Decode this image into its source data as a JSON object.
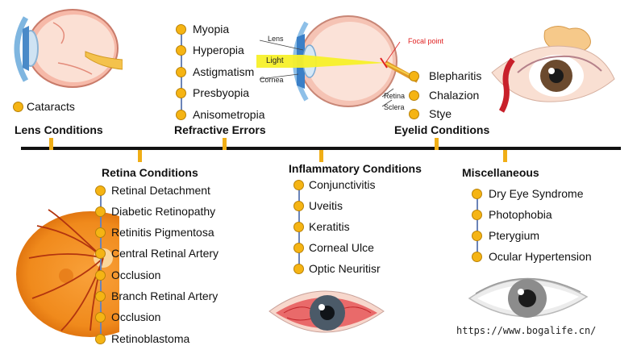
{
  "categories": {
    "lens": "Lens Conditions",
    "refractive": "Refractive Errors",
    "eyelid": "Eyelid Conditions",
    "retina": "Retina Conditions",
    "inflammatory": "Inflammatory Conditions",
    "misc": "Miscellaneous"
  },
  "lens_items": [
    "Cataracts"
  ],
  "refractive_items": [
    "Myopia",
    "Hyperopia",
    "Astigmatism",
    "Presbyopia",
    "Anisometropia"
  ],
  "eyelid_items": [
    "Blepharitis",
    "Chalazion",
    "Stye"
  ],
  "retina_items": [
    "Retinal Detachment",
    "Diabetic Retinopathy",
    "Retinitis Pigmentosa",
    "Central Retinal Artery",
    "Occlusion",
    "Branch Retinal Artery",
    "Occlusion",
    "Retinoblastoma"
  ],
  "inflammatory_items": [
    "Conjunctivitis",
    "Uveitis",
    "Keratitis",
    "Corneal Ulce",
    "Optic Neuritisr"
  ],
  "misc_items": [
    "Dry Eye Syndrome",
    "Photophobia",
    "Pterygium",
    "Ocular Hypertension"
  ],
  "diagram_labels": {
    "lens": "Lens",
    "light": "Light",
    "cornea": "Cornea",
    "focal_point": "Focal point",
    "retina": "Retina",
    "sclera": "Sclera"
  },
  "watermark": "https://www.bogalife.cn/",
  "colors": {
    "dot": "#f5b414",
    "connector": "#6b84b8",
    "timeline": "#111111",
    "tick": "#f0ae16",
    "focal": "#e02020"
  }
}
